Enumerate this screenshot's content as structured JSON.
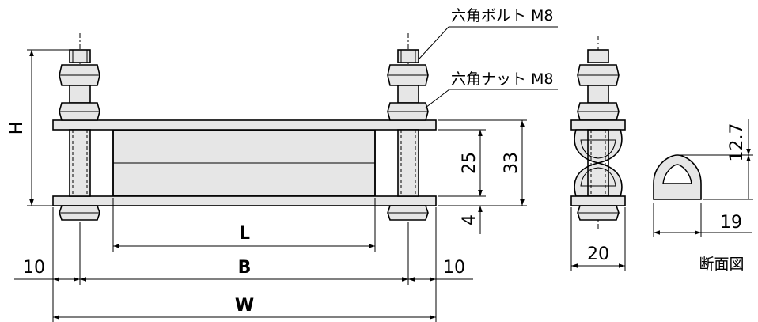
{
  "callouts": {
    "hex_bolt": "六角ボルト M8",
    "hex_nut": "六角ナット M8"
  },
  "dimensions": {
    "H": "H",
    "L": "L",
    "B": "B",
    "W": "W",
    "left_margin": "10",
    "right_margin": "10",
    "inner_height": "25",
    "outer_height": "33",
    "plate_thickness": "4",
    "side_width": "20",
    "section_height": "12.7",
    "section_width": "19"
  },
  "section_label": "断面図",
  "colors": {
    "part_fill": "#e6e6e6",
    "line": "#000000"
  }
}
